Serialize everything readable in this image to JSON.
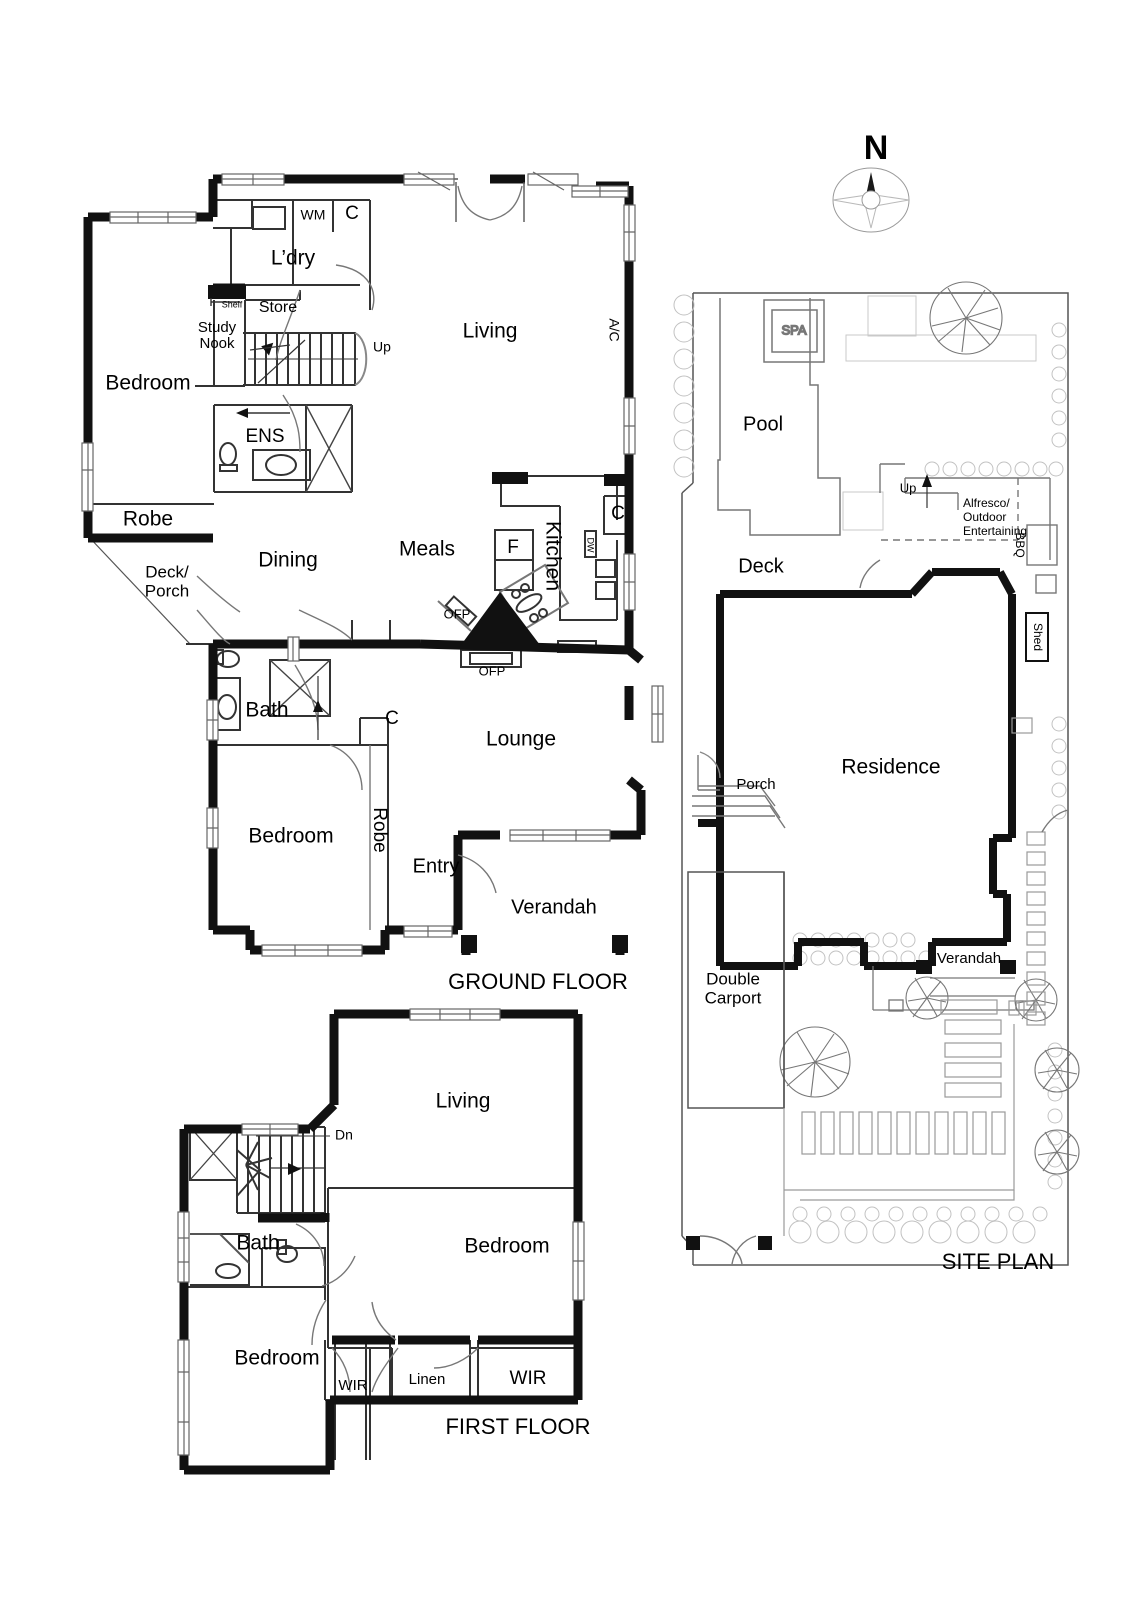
{
  "document": {
    "type": "architectural-floor-plan",
    "sheet_labels": {
      "ground_floor": "GROUND FLOOR",
      "first_floor": "FIRST FLOOR",
      "site_plan": "SITE PLAN"
    },
    "north_indicator": "N"
  },
  "ground_floor": {
    "title": "GROUND FLOOR",
    "rooms": [
      {
        "name": "Bedroom",
        "label": "Bedroom"
      },
      {
        "name": "Robe",
        "label": "Robe"
      },
      {
        "name": "Deck/Porch",
        "label": "Deck/\nPorch",
        "line1": "Deck/",
        "line2": "Porch"
      },
      {
        "name": "Study Nook",
        "label": "Study\nNook",
        "line1": "Study",
        "line2": "Nook"
      },
      {
        "name": "Store",
        "label": "Store"
      },
      {
        "name": "Laundry",
        "label": "L’dry"
      },
      {
        "name": "Living",
        "label": "Living"
      },
      {
        "name": "ENS",
        "label": "ENS"
      },
      {
        "name": "Dining",
        "label": "Dining"
      },
      {
        "name": "Meals",
        "label": "Meals"
      },
      {
        "name": "Kitchen",
        "label": "Kitchen"
      },
      {
        "name": "Bath",
        "label": "Bath"
      },
      {
        "name": "Bedroom 2",
        "label": "Bedroom"
      },
      {
        "name": "Robe 2",
        "label": "Robe"
      },
      {
        "name": "Lounge",
        "label": "Lounge"
      },
      {
        "name": "Entry",
        "label": "Entry"
      },
      {
        "name": "Verandah",
        "label": "Verandah"
      }
    ],
    "annotations": {
      "washing_machine": "WM",
      "cupboard": "C",
      "cupboard_2": "C",
      "cupboard_3": "C",
      "shelf": "Shelf",
      "stair_direction": "Up",
      "air_conditioning": "A/C",
      "fridge": "F",
      "dishwasher": "DW",
      "open_fireplace_1": "OFP",
      "open_fireplace_2": "OFP"
    }
  },
  "first_floor": {
    "title": "FIRST FLOOR",
    "rooms": [
      {
        "name": "Living",
        "label": "Living"
      },
      {
        "name": "Bath",
        "label": "Bath"
      },
      {
        "name": "Bedroom 1",
        "label": "Bedroom"
      },
      {
        "name": "Bedroom 2",
        "label": "Bedroom"
      },
      {
        "name": "Linen",
        "label": "Linen"
      },
      {
        "name": "WIR 1",
        "label": "WIR"
      },
      {
        "name": "WIR 2",
        "label": "WIR"
      }
    ],
    "annotations": {
      "stair_direction": "Dn"
    }
  },
  "site_plan": {
    "title": "SITE PLAN",
    "elements": [
      {
        "name": "Spa",
        "label": "SPA"
      },
      {
        "name": "Pool",
        "label": "Pool"
      },
      {
        "name": "Deck",
        "label": "Deck"
      },
      {
        "name": "Up arrow",
        "label": "Up"
      },
      {
        "name": "Alfresco",
        "label": "Alfresco/\nOutdoor\nEntertaining",
        "line1": "Alfresco/",
        "line2": "Outdoor",
        "line3": "Entertaining"
      },
      {
        "name": "BBQ",
        "label": "BBQ"
      },
      {
        "name": "Shed",
        "label": "Shed"
      },
      {
        "name": "Residence",
        "label": "Residence"
      },
      {
        "name": "Porch",
        "label": "Porch"
      },
      {
        "name": "Verandah",
        "label": "Verandah"
      },
      {
        "name": "Double Carport",
        "label": "Double\nCarport",
        "line1": "Double",
        "line2": "Carport"
      }
    ]
  },
  "colors": {
    "wall": "#1a1a1a",
    "thin": "#555555",
    "light": "#9a9a9a",
    "paper": "#ffffff",
    "landscape": "#b9b9b9"
  }
}
